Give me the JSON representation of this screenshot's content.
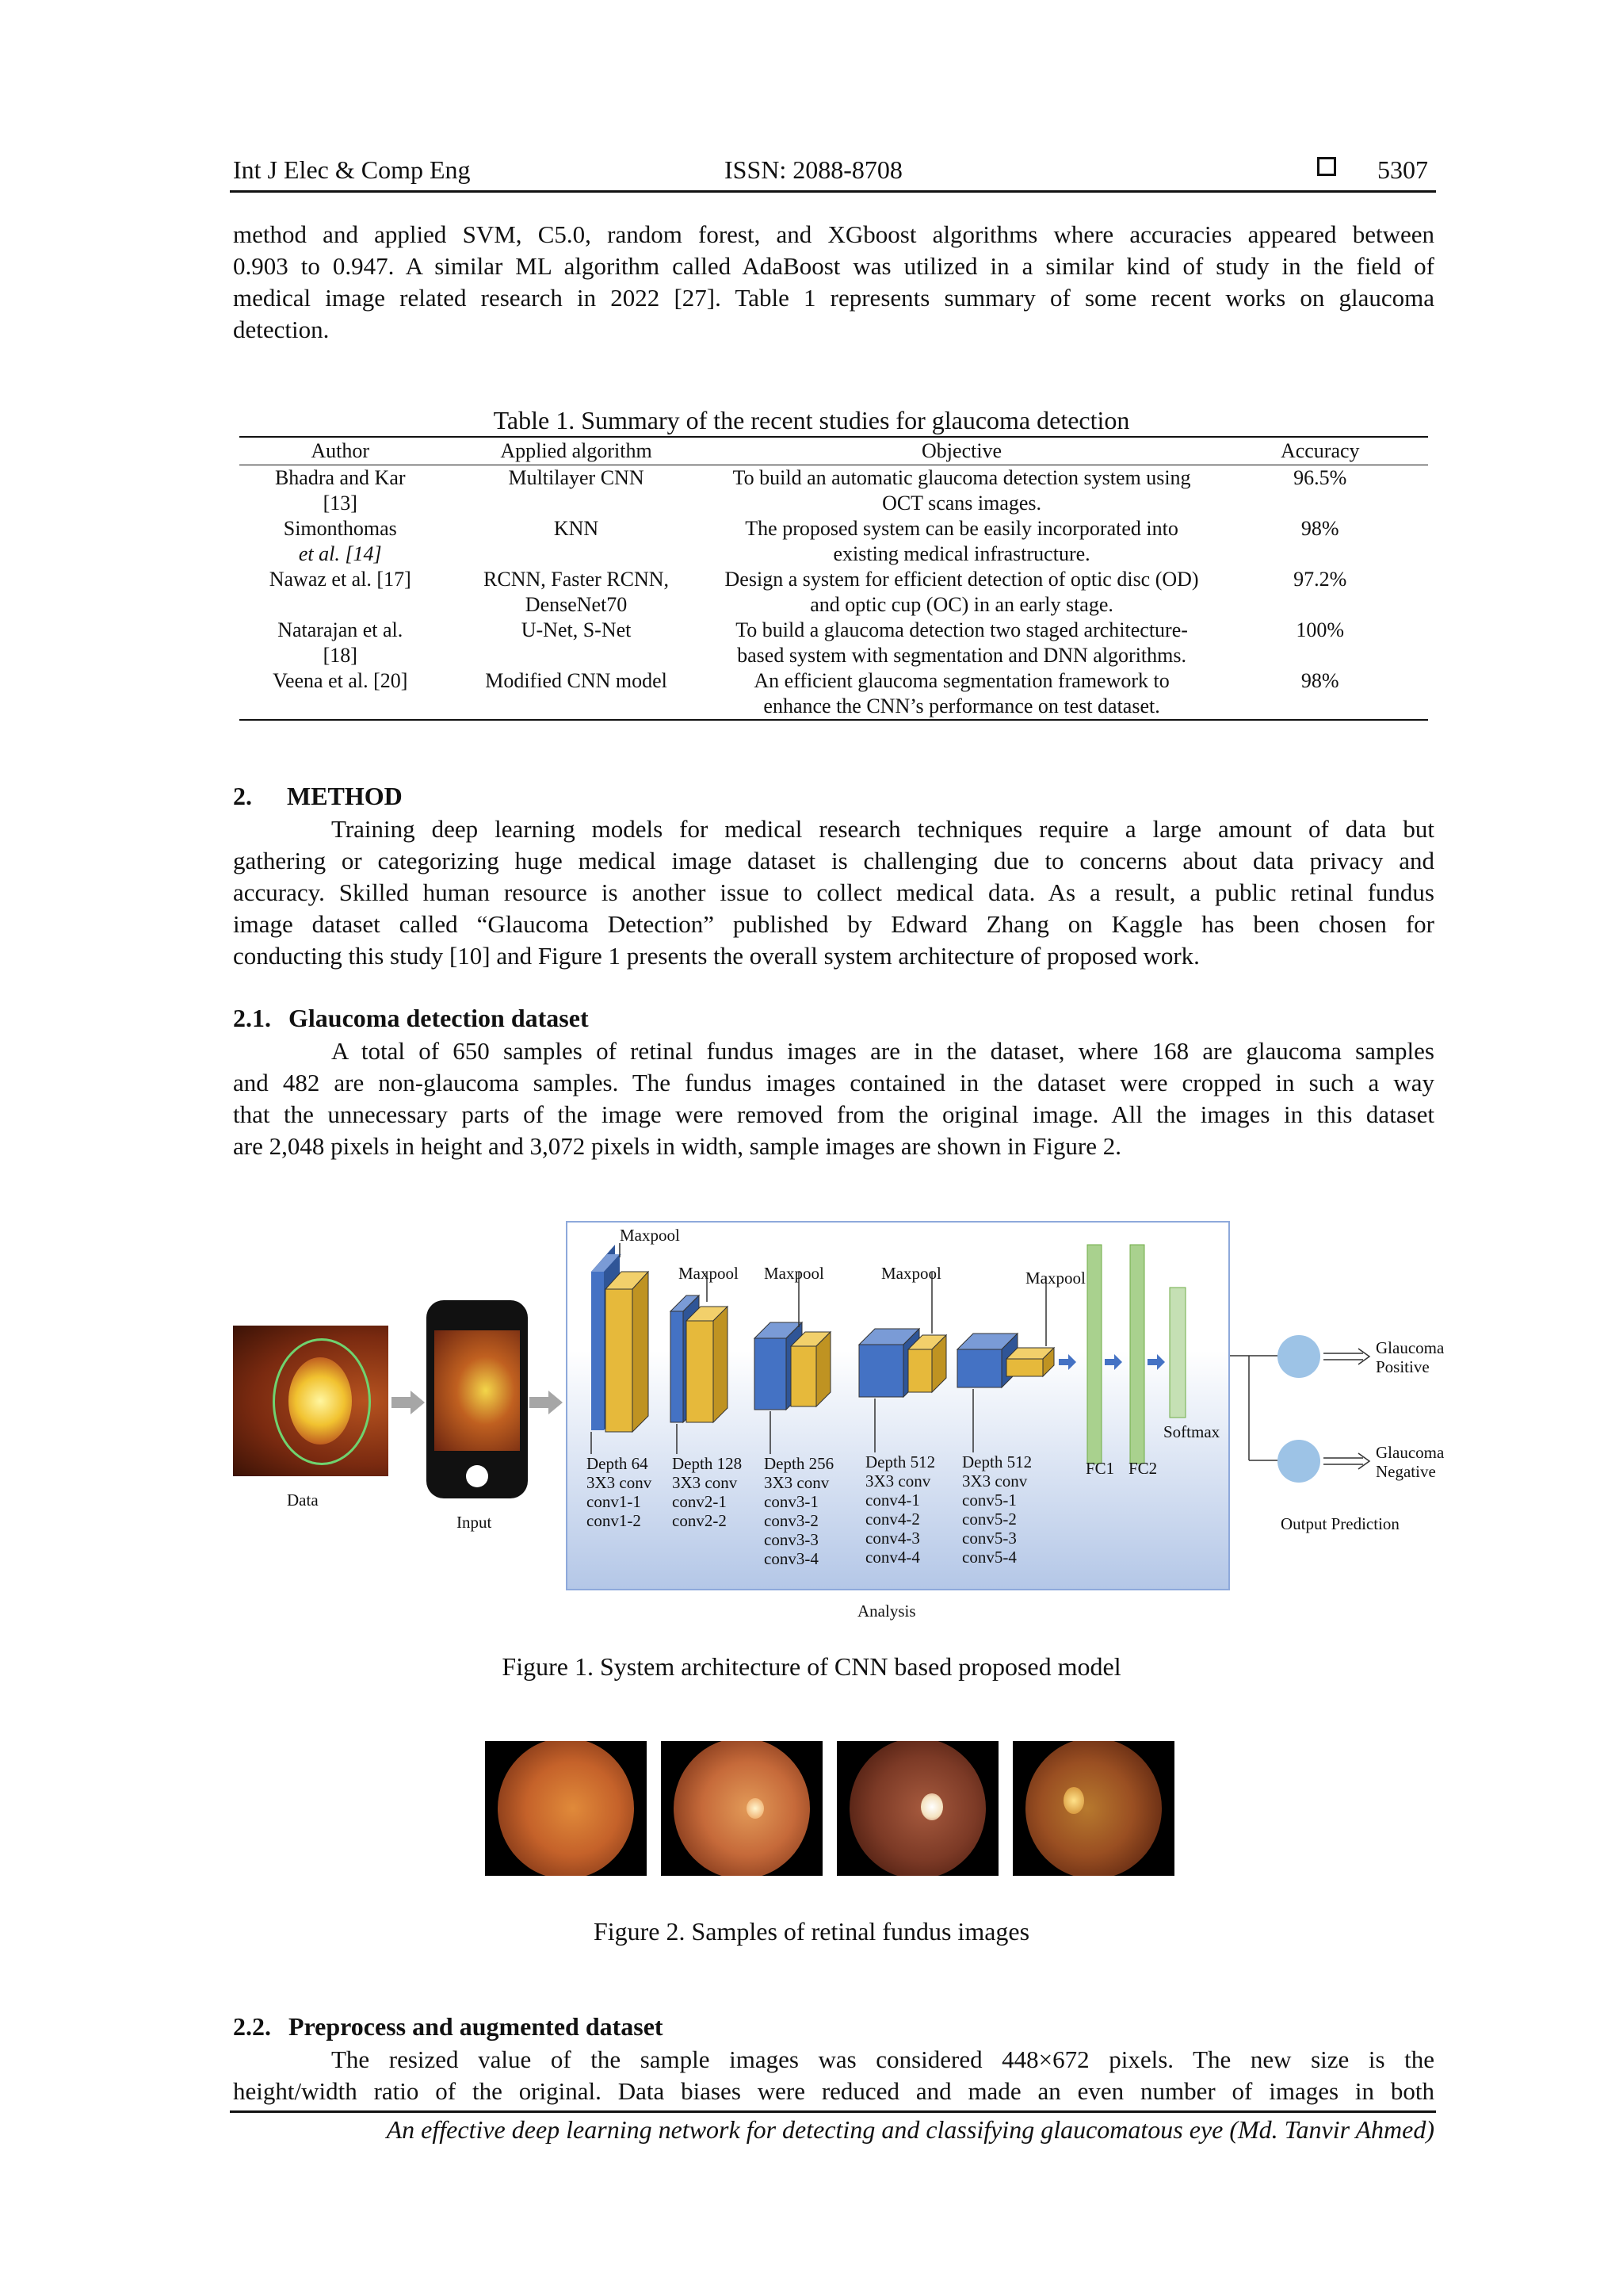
{
  "header": {
    "journal": "Int J Elec & Comp Eng",
    "issn": "ISSN: 2088-8708",
    "page_number": "5307"
  },
  "intro_paragraph": [
    "method and applied SVM, C5.0, random forest, and XGboost algorithms where accuracies appeared between",
    "0.903 to 0.947. A similar ML algorithm called AdaBoost was utilized in a similar kind of study in the field of",
    "medical image related research in 2022 [27]. Table 1 represents summary of some recent works on glaucoma",
    "detection."
  ],
  "table1": {
    "caption": "Table 1. Summary of the recent studies for glaucoma detection",
    "columns": [
      "Author",
      "Applied algorithm",
      "Objective",
      "Accuracy"
    ],
    "rows": [
      {
        "author": "Bhadra and Kar",
        "author2": "[13]",
        "algorithm": "Multilayer CNN",
        "algorithm2": "",
        "objective": "To build an automatic glaucoma detection system using",
        "objective2": "OCT scans images.",
        "accuracy": "96.5%"
      },
      {
        "author": "Simonthomas",
        "author2": "et al. [14]",
        "algorithm": "KNN",
        "algorithm2": "",
        "objective": "The proposed system can be easily incorporated into",
        "objective2": "existing medical infrastructure.",
        "accuracy": "98%"
      },
      {
        "author": "Nawaz et al. [17]",
        "author2": "",
        "algorithm": "RCNN, Faster RCNN,",
        "algorithm2": "DenseNet70",
        "objective": "Design a system for efficient detection of optic disc (OD)",
        "objective2": "and optic cup (OC) in an early stage.",
        "accuracy": "97.2%"
      },
      {
        "author": "Natarajan et al.",
        "author2": "[18]",
        "algorithm": "U-Net, S-Net",
        "algorithm2": "",
        "objective": "To build a glaucoma detection two staged architecture-",
        "objective2": "based system with segmentation and DNN algorithms.",
        "accuracy": "100%"
      },
      {
        "author": "Veena et al. [20]",
        "author2": "",
        "algorithm": "Modified CNN model",
        "algorithm2": "",
        "objective": "An efficient glaucoma segmentation framework to",
        "objective2": "enhance the CNN’s performance on test dataset.",
        "accuracy": "98%"
      }
    ]
  },
  "section2": {
    "number": "2.",
    "title": "METHOD",
    "paragraph": [
      "Training deep learning models for medical research techniques require a large amount of data but",
      "gathering or categorizing huge medical image dataset is challenging due to concerns about data privacy and",
      "accuracy. Skilled human resource is another issue to collect medical data. As a result, a public retinal fundus",
      "image dataset called “Glaucoma Detection” published by Edward Zhang on Kaggle has been chosen for",
      "conducting this study [10] and Figure 1 presents the overall system architecture of proposed work."
    ]
  },
  "section21": {
    "number": "2.1.",
    "title": "Glaucoma detection dataset",
    "paragraph": [
      "A total of 650 samples of retinal fundus images are in the dataset, where 168 are glaucoma samples",
      "and 482 are non-glaucoma samples. The fundus images contained in the dataset were cropped in such a way",
      "that the unnecessary parts of the image were removed from the original image. All the images in this dataset",
      "are 2,048 pixels in height and 3,072 pixels in width, sample images are shown in Figure 2."
    ]
  },
  "figure1": {
    "caption": "Figure 1. System architecture of CNN based proposed model",
    "data_label": "Data",
    "input_label": "Input",
    "analysis_label": "Analysis",
    "maxpool": "Maxpool",
    "softmax": "Softmax",
    "fc1": "FC1",
    "fc2": "FC2",
    "output_prediction": "Output Prediction",
    "glaucoma_positive": [
      "Glaucoma",
      "Positive"
    ],
    "glaucoma_negative": [
      "Glaucoma",
      "Negative"
    ],
    "blocks": [
      {
        "lines": [
          "Depth 64",
          "3X3 conv",
          "conv1-1",
          "conv1-2"
        ]
      },
      {
        "lines": [
          "Depth 128",
          "3X3 conv",
          "conv2-1",
          "conv2-2"
        ]
      },
      {
        "lines": [
          "Depth 256",
          "3X3 conv",
          "conv3-1",
          "conv3-2",
          "conv3-3",
          "conv3-4"
        ]
      },
      {
        "lines": [
          "Depth 512",
          "3X3 conv",
          "conv4-1",
          "conv4-2",
          "conv4-3",
          "conv4-4"
        ]
      },
      {
        "lines": [
          "Depth 512",
          "3X3 conv",
          "conv5-1",
          "conv5-2",
          "conv5-3",
          "conv5-4"
        ]
      }
    ]
  },
  "figure2": {
    "caption": "Figure 2. Samples of retinal fundus images"
  },
  "section22": {
    "number": "2.2.",
    "title": "Preprocess and augmented dataset",
    "paragraph": [
      "The resized value of the sample images was considered 448×672 pixels. The new size is the",
      "height/width ratio of the original. Data biases were reduced and made an even number of images in both"
    ]
  },
  "footer": {
    "running_title": "An effective deep learning network for detecting and classifying glaucomatous eye (Md. Tanvir Ahmed)"
  },
  "colors": {
    "analysis_bg_top": "#ffffff",
    "analysis_bg_bottom": "#b4c7e7",
    "conv_blue": "#4472c4",
    "pool_yellow": "#e6b93b",
    "fc_green": "#a9d18e",
    "arrow_blue": "#4472c4"
  }
}
